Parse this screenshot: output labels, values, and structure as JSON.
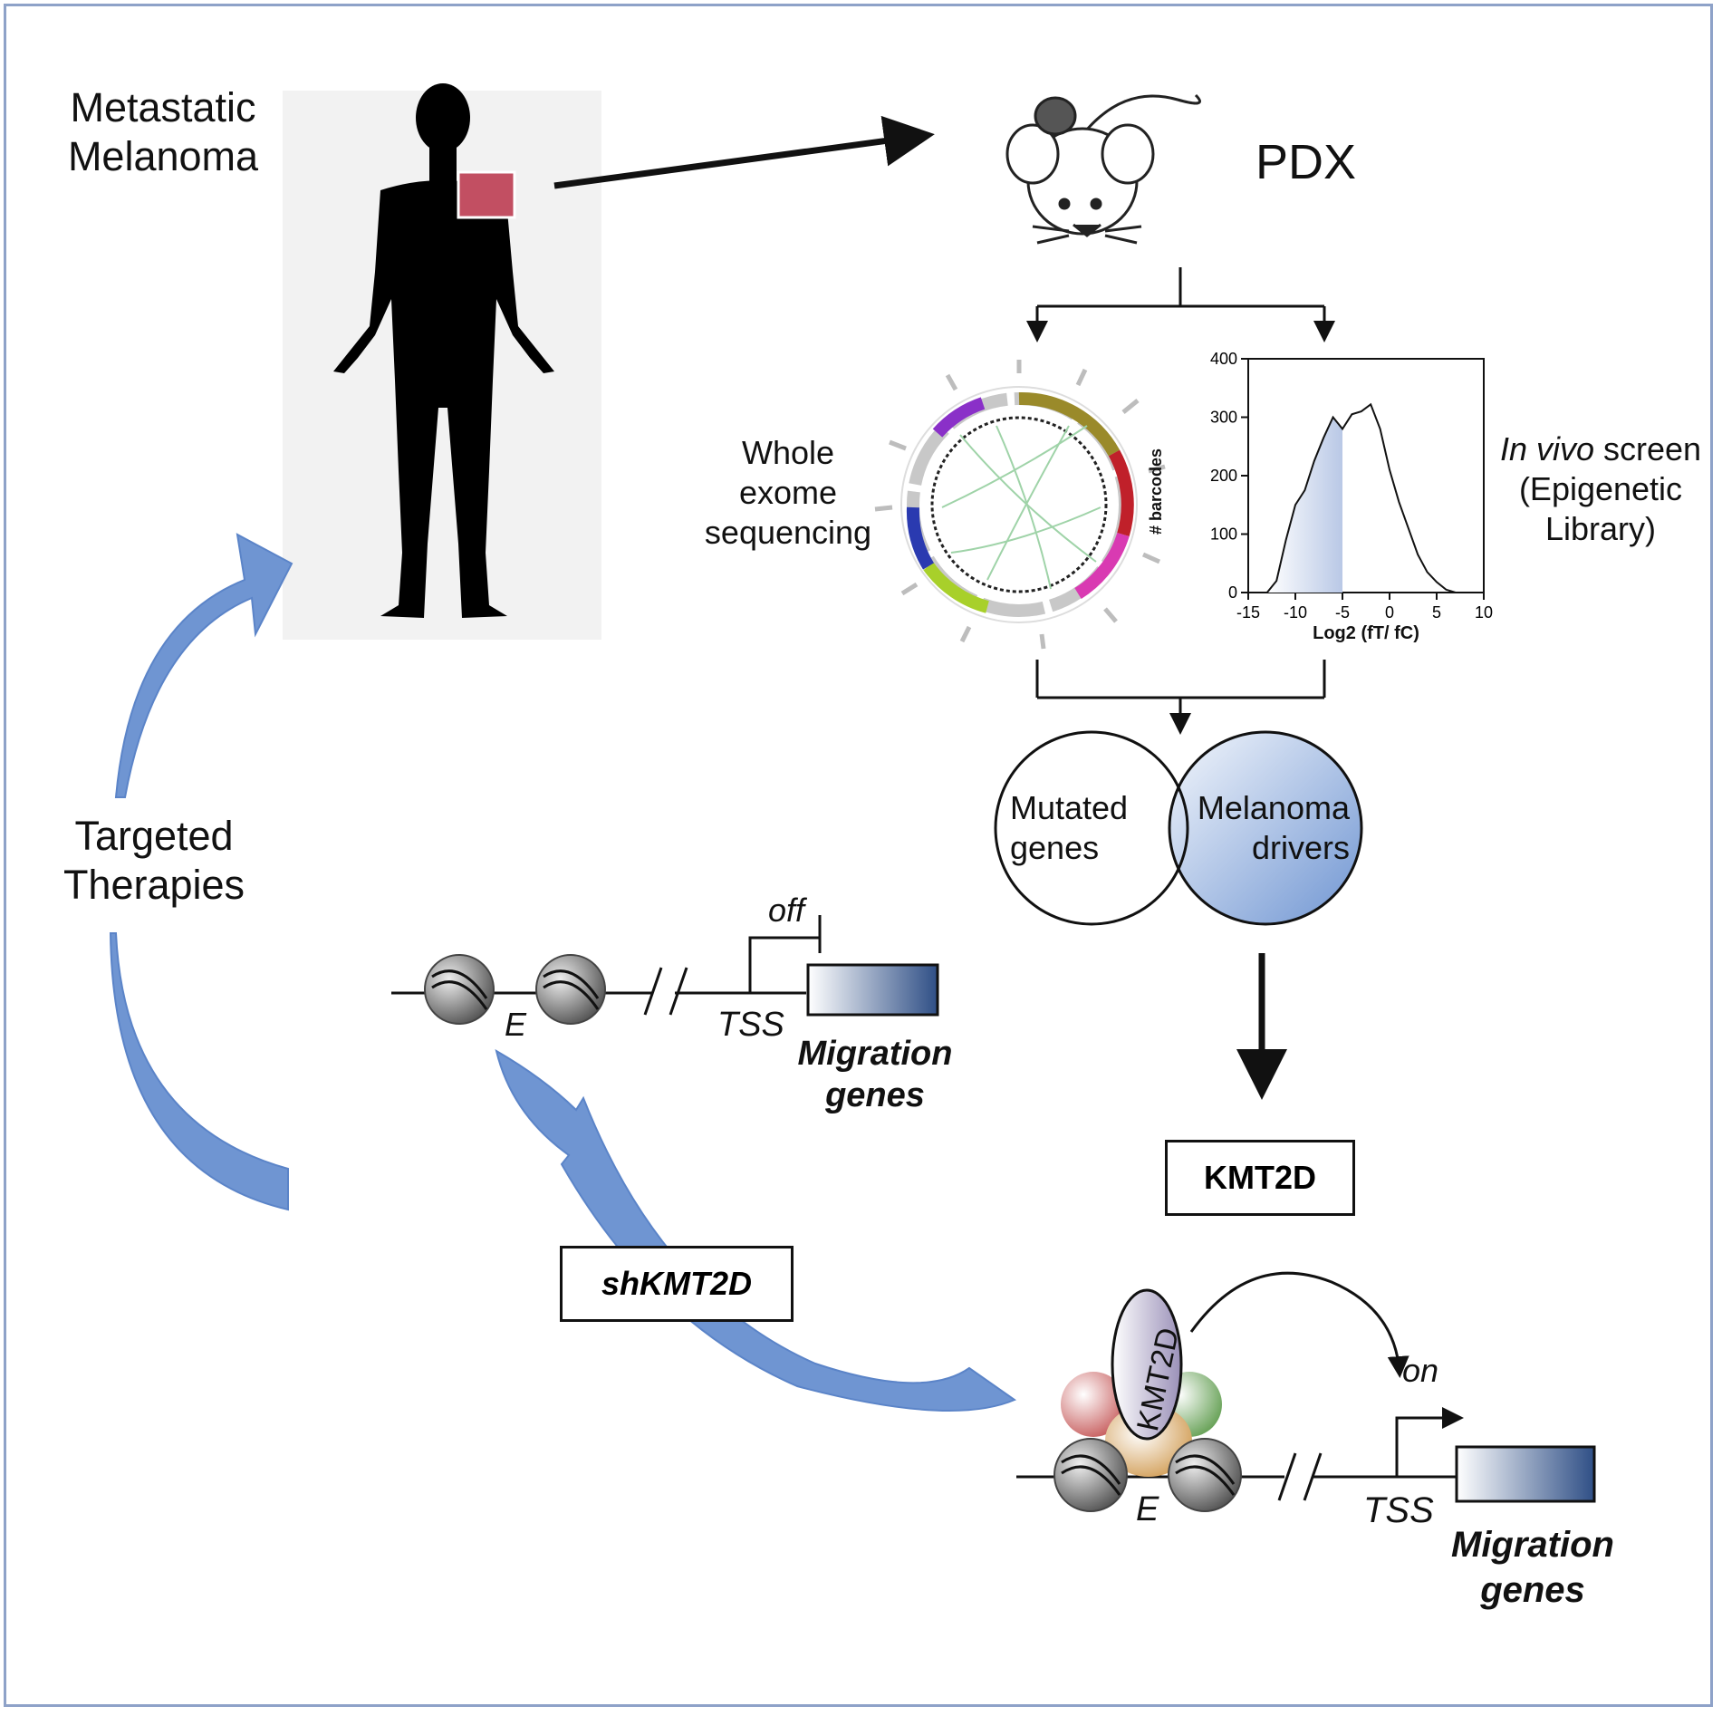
{
  "labels": {
    "metastatic_line1": "Metastatic",
    "metastatic_line2": "Melanoma",
    "pdx": "PDX",
    "wes_line1": "Whole",
    "wes_line2": "exome",
    "wes_line3": "sequencing",
    "screen_italic": "In vivo",
    "screen_rest": " screen",
    "screen_line2": "(Epigenetic",
    "screen_line3": "Library)",
    "venn_left_line1": "Mutated",
    "venn_left_line2": "genes",
    "venn_right_line1": "Melanoma",
    "venn_right_line2": "drivers",
    "kmt2d_box": "KMT2D",
    "kmt2d_protein": "KMT2D",
    "shkmt2d_box": "shKMT2D",
    "targeted_line1": "Targeted",
    "targeted_line2": "Therapies",
    "off": "off",
    "on": "on",
    "e_top": "E",
    "e_bottom": "E",
    "tss_top": "TSS",
    "tss_bottom": "TSS",
    "migration_top_line1": "Migration",
    "migration_top_line2": "genes",
    "migration_bottom_line1": "Migration",
    "migration_bottom_line2": "genes"
  },
  "histogram": {
    "ylabel": "# barcodes",
    "xlabel": "Log2 (fT/ fC)",
    "y_ticks": [
      "0",
      "100",
      "200",
      "300",
      "400"
    ],
    "x_ticks": [
      "-15",
      "-10",
      "-5",
      "0",
      "5",
      "10"
    ],
    "ylim": [
      0,
      400
    ],
    "xlim": [
      -15,
      10
    ],
    "shaded_below_x": -5,
    "curve": [
      [
        -13,
        0
      ],
      [
        -12,
        20
      ],
      [
        -11,
        90
      ],
      [
        -10,
        150
      ],
      [
        -9,
        175
      ],
      [
        -8,
        225
      ],
      [
        -7,
        265
      ],
      [
        -6,
        300
      ],
      [
        -5,
        280
      ],
      [
        -4,
        305
      ],
      [
        -3,
        310
      ],
      [
        -2,
        322
      ],
      [
        -1,
        280
      ],
      [
        0,
        210
      ],
      [
        1,
        155
      ],
      [
        2,
        110
      ],
      [
        3,
        65
      ],
      [
        4,
        35
      ],
      [
        5,
        18
      ],
      [
        6,
        5
      ],
      [
        7,
        0
      ]
    ]
  },
  "colors": {
    "arrow_blue": "#5b84c8",
    "venn_blue": "#6f95d2",
    "gene_box_dark": "#2f4f86",
    "frame": "#8ea2c8"
  }
}
